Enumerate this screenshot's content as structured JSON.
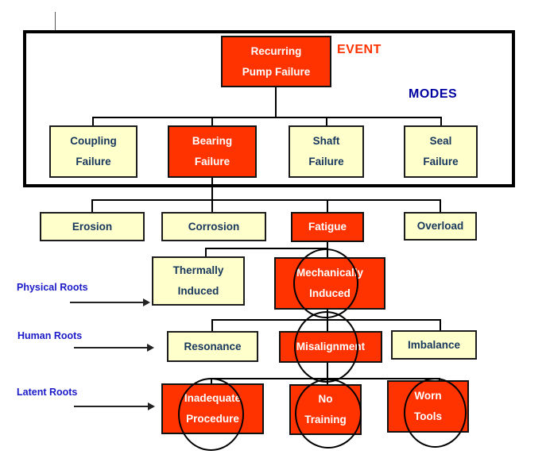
{
  "labels": {
    "event": "EVENT",
    "modes": "MODES"
  },
  "side_labels": {
    "physical": "Physical Roots",
    "human": "Human Roots",
    "latent": "Latent Roots"
  },
  "colors": {
    "highlight_red": "#FF3300",
    "normal_cream": "#FFFFCC",
    "cream_text_navy": "#17375D",
    "side_label_blue": "#1A1AC8",
    "event_red": "#FF3300",
    "modes_blue": "#0000A0"
  },
  "boxes": {
    "root": {
      "label": "Recurring\nPump Failure"
    },
    "coupling": {
      "label": "Coupling\nFailure"
    },
    "bearing": {
      "label": "Bearing\nFailure"
    },
    "shaft": {
      "label": "Shaft\nFailure"
    },
    "seal": {
      "label": "Seal\nFailure"
    },
    "erosion": {
      "label": "Erosion"
    },
    "corrosion": {
      "label": "Corrosion"
    },
    "fatigue": {
      "label": "Fatigue"
    },
    "overload": {
      "label": "Overload"
    },
    "thermally": {
      "label": "Thermally\nInduced"
    },
    "mechanically": {
      "label": "Mechanically\nInduced"
    },
    "resonance": {
      "label": "Resonance"
    },
    "misalignment": {
      "label": "Misalignment"
    },
    "imbalance": {
      "label": "Imbalance"
    },
    "inadequate_procedure": {
      "label": "Inadequate\nProcedure"
    },
    "no_training": {
      "label": "No\nTraining"
    },
    "worn_tools": {
      "label": "Worn\nTools"
    }
  }
}
